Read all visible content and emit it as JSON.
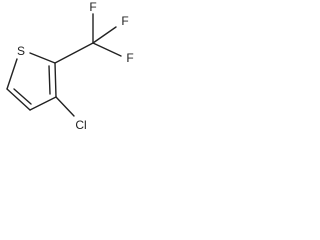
{
  "molecule": {
    "atoms": {
      "sulfur": "S",
      "chlorine": "Cl",
      "fluorine_top_left": "F",
      "fluorine_top_right": "F",
      "fluorine_right": "F"
    }
  }
}
